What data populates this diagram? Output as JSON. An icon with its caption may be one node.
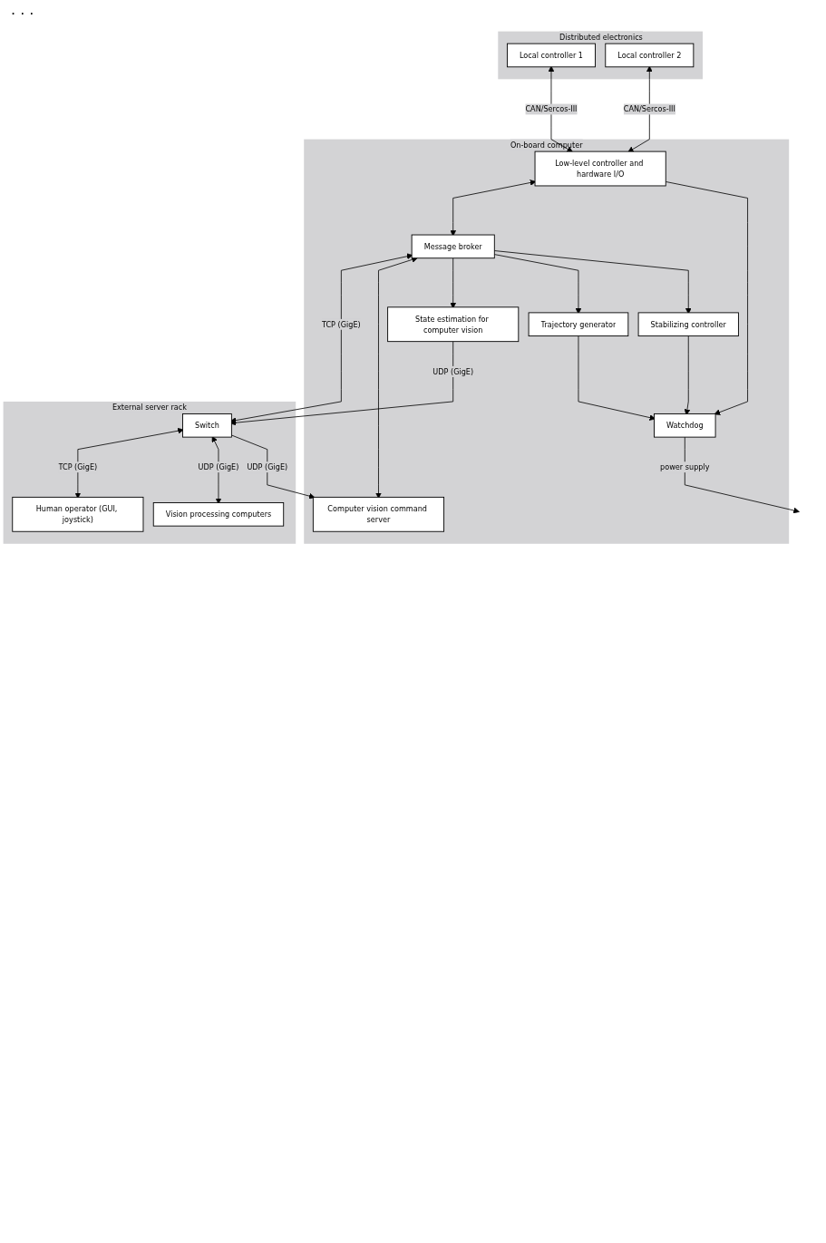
{
  "diagram": {
    "nodes": [
      {
        "text": [
          "Distributed electronics"
        ]
      },
      {
        "text": [
          "Local controller 1"
        ],
        "in": 0
      },
      {
        "text": [
          "Local controller 2"
        ],
        "in": 0
      },
      {
        "text": [
          "On-board computer"
        ]
      },
      {
        "text": [
          "Low-level controller and hardware I/O"
        ],
        "in": 3
      },
      {
        "text": [
          "Watchdog"
        ],
        "in": 3
      },
      {
        "text": [
          "Message broker"
        ],
        "in": 3
      },
      {
        "text": [
          "Stabilizing controller"
        ],
        "in": 3
      },
      {
        "text": [
          "Trajectory generator"
        ],
        "in": 3
      },
      {
        "text": [
          "State estimation for computer vision"
        ],
        "in": 3
      },
      {
        "text": [
          "Computer vision command server"
        ],
        "in": 3
      },
      {
        "text": [
          "External server rack"
        ]
      },
      {
        "text": [
          "Switch"
        ],
        "in": 11
      },
      {
        "text": [
          "Human operator (GUI, joystick)"
        ],
        "in": 11
      },
      {
        "text": [
          "Vision processing computers"
        ],
        "in": 11
      }
    ],
    "edges": [
      {
        "from": 1,
        "to": 4,
        "arrow": "both",
        "label": "CAN/Sercos-III"
      },
      {
        "from": 2,
        "to": 4,
        "arrow": "both",
        "label": "CAN/Sercos-III"
      },
      {
        "from": 4,
        "to": 5,
        "arrow": "to"
      },
      {
        "from": 5,
        "to": null,
        "arrow": "to",
        "label": "power supply"
      },
      {
        "from": 4,
        "to": 6,
        "arrow": "both"
      },
      {
        "from": 6,
        "to": 7,
        "arrow": "to"
      },
      {
        "from": 6,
        "to": 8,
        "arrow": "to"
      },
      {
        "from": 6,
        "to": 9,
        "arrow": "to"
      },
      {
        "from": 7,
        "to": 5,
        "arrow": "to"
      },
      {
        "from": 8,
        "to": 5,
        "arrow": "to"
      },
      {
        "from": 6,
        "to": 10,
        "arrow": "both"
      },
      {
        "from": 6,
        "to": 12,
        "arrow": "both",
        "label": "TCP (GigE)"
      },
      {
        "from": 12,
        "to": 10,
        "arrow": "to",
        "label": "UDP (GigE)"
      },
      {
        "from": 9,
        "to": 12,
        "arrow": "to",
        "label": "UDP (GigE)"
      },
      {
        "from": 12,
        "to": 14,
        "arrow": "both",
        "label": "UDP (GigE)"
      },
      {
        "from": 12,
        "to": 13,
        "arrow": "both",
        "label": "TCP (GigE)"
      }
    ],
    "labels": [
      "· · ·"
    ]
  }
}
